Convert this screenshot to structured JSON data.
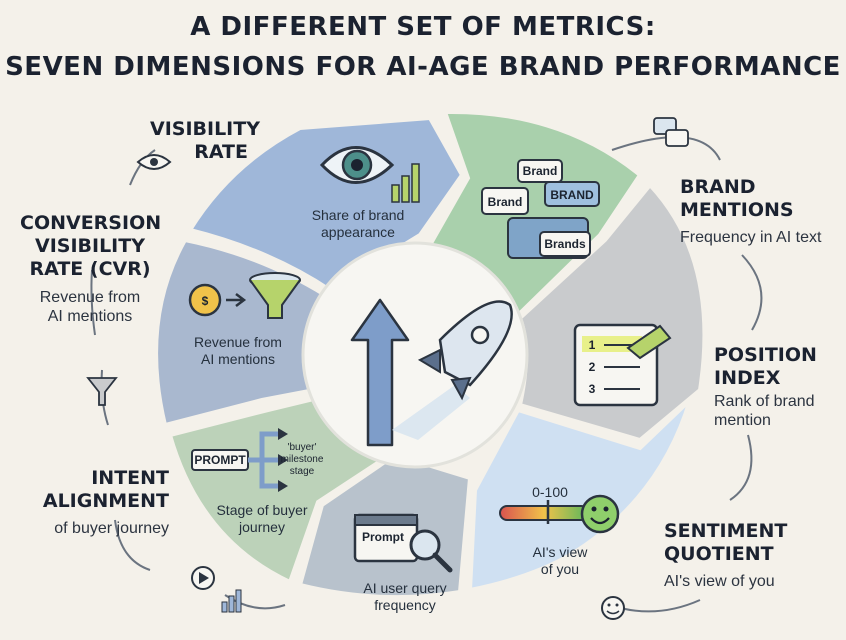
{
  "title": {
    "line1": "A DIFFERENT SET OF METRICS:",
    "line2": "SEVEN DIMENSIONS FOR AI-AGE BRAND PERFORMANCE"
  },
  "dimensions": {
    "visibility_rate": {
      "heading_1": "VISIBILITY",
      "heading_2": "RATE",
      "segment_text_1": "Share of brand",
      "segment_text_2": "appearance"
    },
    "brand_mentions": {
      "heading_1": "BRAND",
      "heading_2": "MENTIONS",
      "subtitle": "Frequency in AI text",
      "bubbles": [
        "Brand",
        "BRAND",
        "Brand",
        "Brands"
      ]
    },
    "position_index": {
      "heading_1": "POSITION",
      "heading_2": "INDEX",
      "subtitle_1": "Rank of brand",
      "subtitle_2": "mention",
      "ranks": [
        "1",
        "2",
        "3"
      ]
    },
    "sentiment_quotient": {
      "heading_1": "SENTIMENT",
      "heading_2": "QUOTIENT",
      "subtitle": "AI's view of you",
      "segment_text_1": "AI's view",
      "segment_text_2": "of you",
      "scale": "0-100"
    },
    "query_frequency": {
      "segment_text_1": "AI user query",
      "segment_text_2": "frequency",
      "prompt_label": "Prompt"
    },
    "intent_alignment": {
      "heading_1": "INTENT",
      "heading_2": "ALIGNMENT",
      "subtitle": "of buyer journey",
      "segment_text_1": "Stage of buyer",
      "segment_text_2": "journey",
      "prompt_label": "PROMPT",
      "stage_1": "'buyer'",
      "stage_2": "milestone",
      "stage_3": "stage"
    },
    "conversion_visibility_rate": {
      "heading_1": "CONVERSION",
      "heading_2": "VISIBILITY",
      "heading_3": "RATE (CVR)",
      "subtitle_1": "Revenue from",
      "subtitle_2": "AI mentions",
      "segment_text_1": "Revenue from",
      "segment_text_2": "AI mentions",
      "coin_symbol": "$"
    }
  },
  "colors": {
    "background": "#f4f1ea",
    "blue_segment": "#9fb7d9",
    "green_segment": "#a9d0ac",
    "gray_segment": "#c9cbcd",
    "light_blue_segment": "#cfe0f2",
    "slate_segment": "#b8c2cc",
    "sage_segment": "#bcd2b9",
    "slate_blue_segment": "#a9b8cf",
    "outline": "#2b3440"
  }
}
